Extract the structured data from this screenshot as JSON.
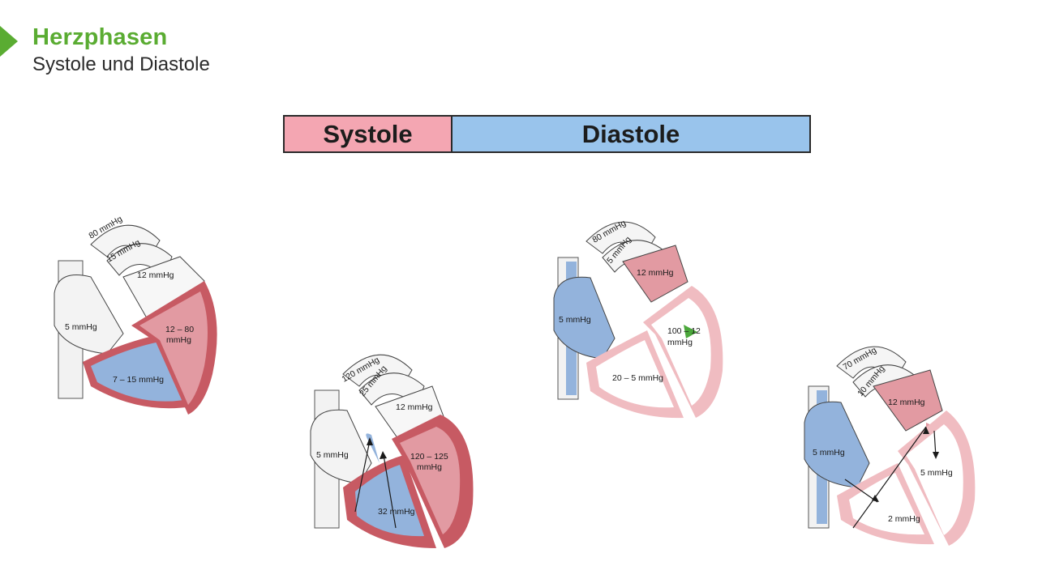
{
  "header": {
    "title": "Herzphasen",
    "subtitle": "Systole und Diastole",
    "accent_color": "#5aac32",
    "arrow_icon": "play-triangle-icon"
  },
  "phase_bar": {
    "systole_label": "Systole",
    "diastole_label": "Diastole",
    "systole_color": "#f4a6b2",
    "diastole_color": "#99c4ec"
  },
  "colors": {
    "ventricle_red": "#e29aa2",
    "ventricle_blue": "#93b3dc",
    "myocardium": "#c75a63",
    "myocardium_light": "#f0bcc1",
    "outline": "#3a3a3a"
  },
  "hearts": [
    {
      "labels": {
        "aorta": "80 mmHg",
        "pulmonary": "15 mmHg",
        "left_atrium": "12 mmHg",
        "right_atrium": "5 mmHg",
        "left_ventricle_1": "12 – 80",
        "left_ventricle_2": "mmHg",
        "right_ventricle": "7 – 15 mmHg"
      }
    },
    {
      "labels": {
        "aorta": "120 mmHg",
        "pulmonary": "25 mmHg",
        "left_atrium": "12 mmHg",
        "right_atrium": "5 mmHg",
        "left_ventricle_1": "120 – 125",
        "left_ventricle_2": "mmHg",
        "right_ventricle": "32 mmHg"
      }
    },
    {
      "labels": {
        "aorta": "80 mmHg",
        "pulmonary": "5 mmHg",
        "left_atrium": "12 mmHg",
        "right_atrium": "5 mmHg",
        "left_ventricle_1": "100 – 12",
        "left_ventricle_2": "mmHg",
        "right_ventricle": "20 – 5 mmHg"
      }
    },
    {
      "labels": {
        "aorta": "70 mmHg",
        "pulmonary": "10 mmHg",
        "left_atrium": "12 mmHg",
        "right_atrium": "5 mmHg",
        "left_ventricle_1": "5 mmHg",
        "right_ventricle": "2 mmHg"
      }
    }
  ]
}
